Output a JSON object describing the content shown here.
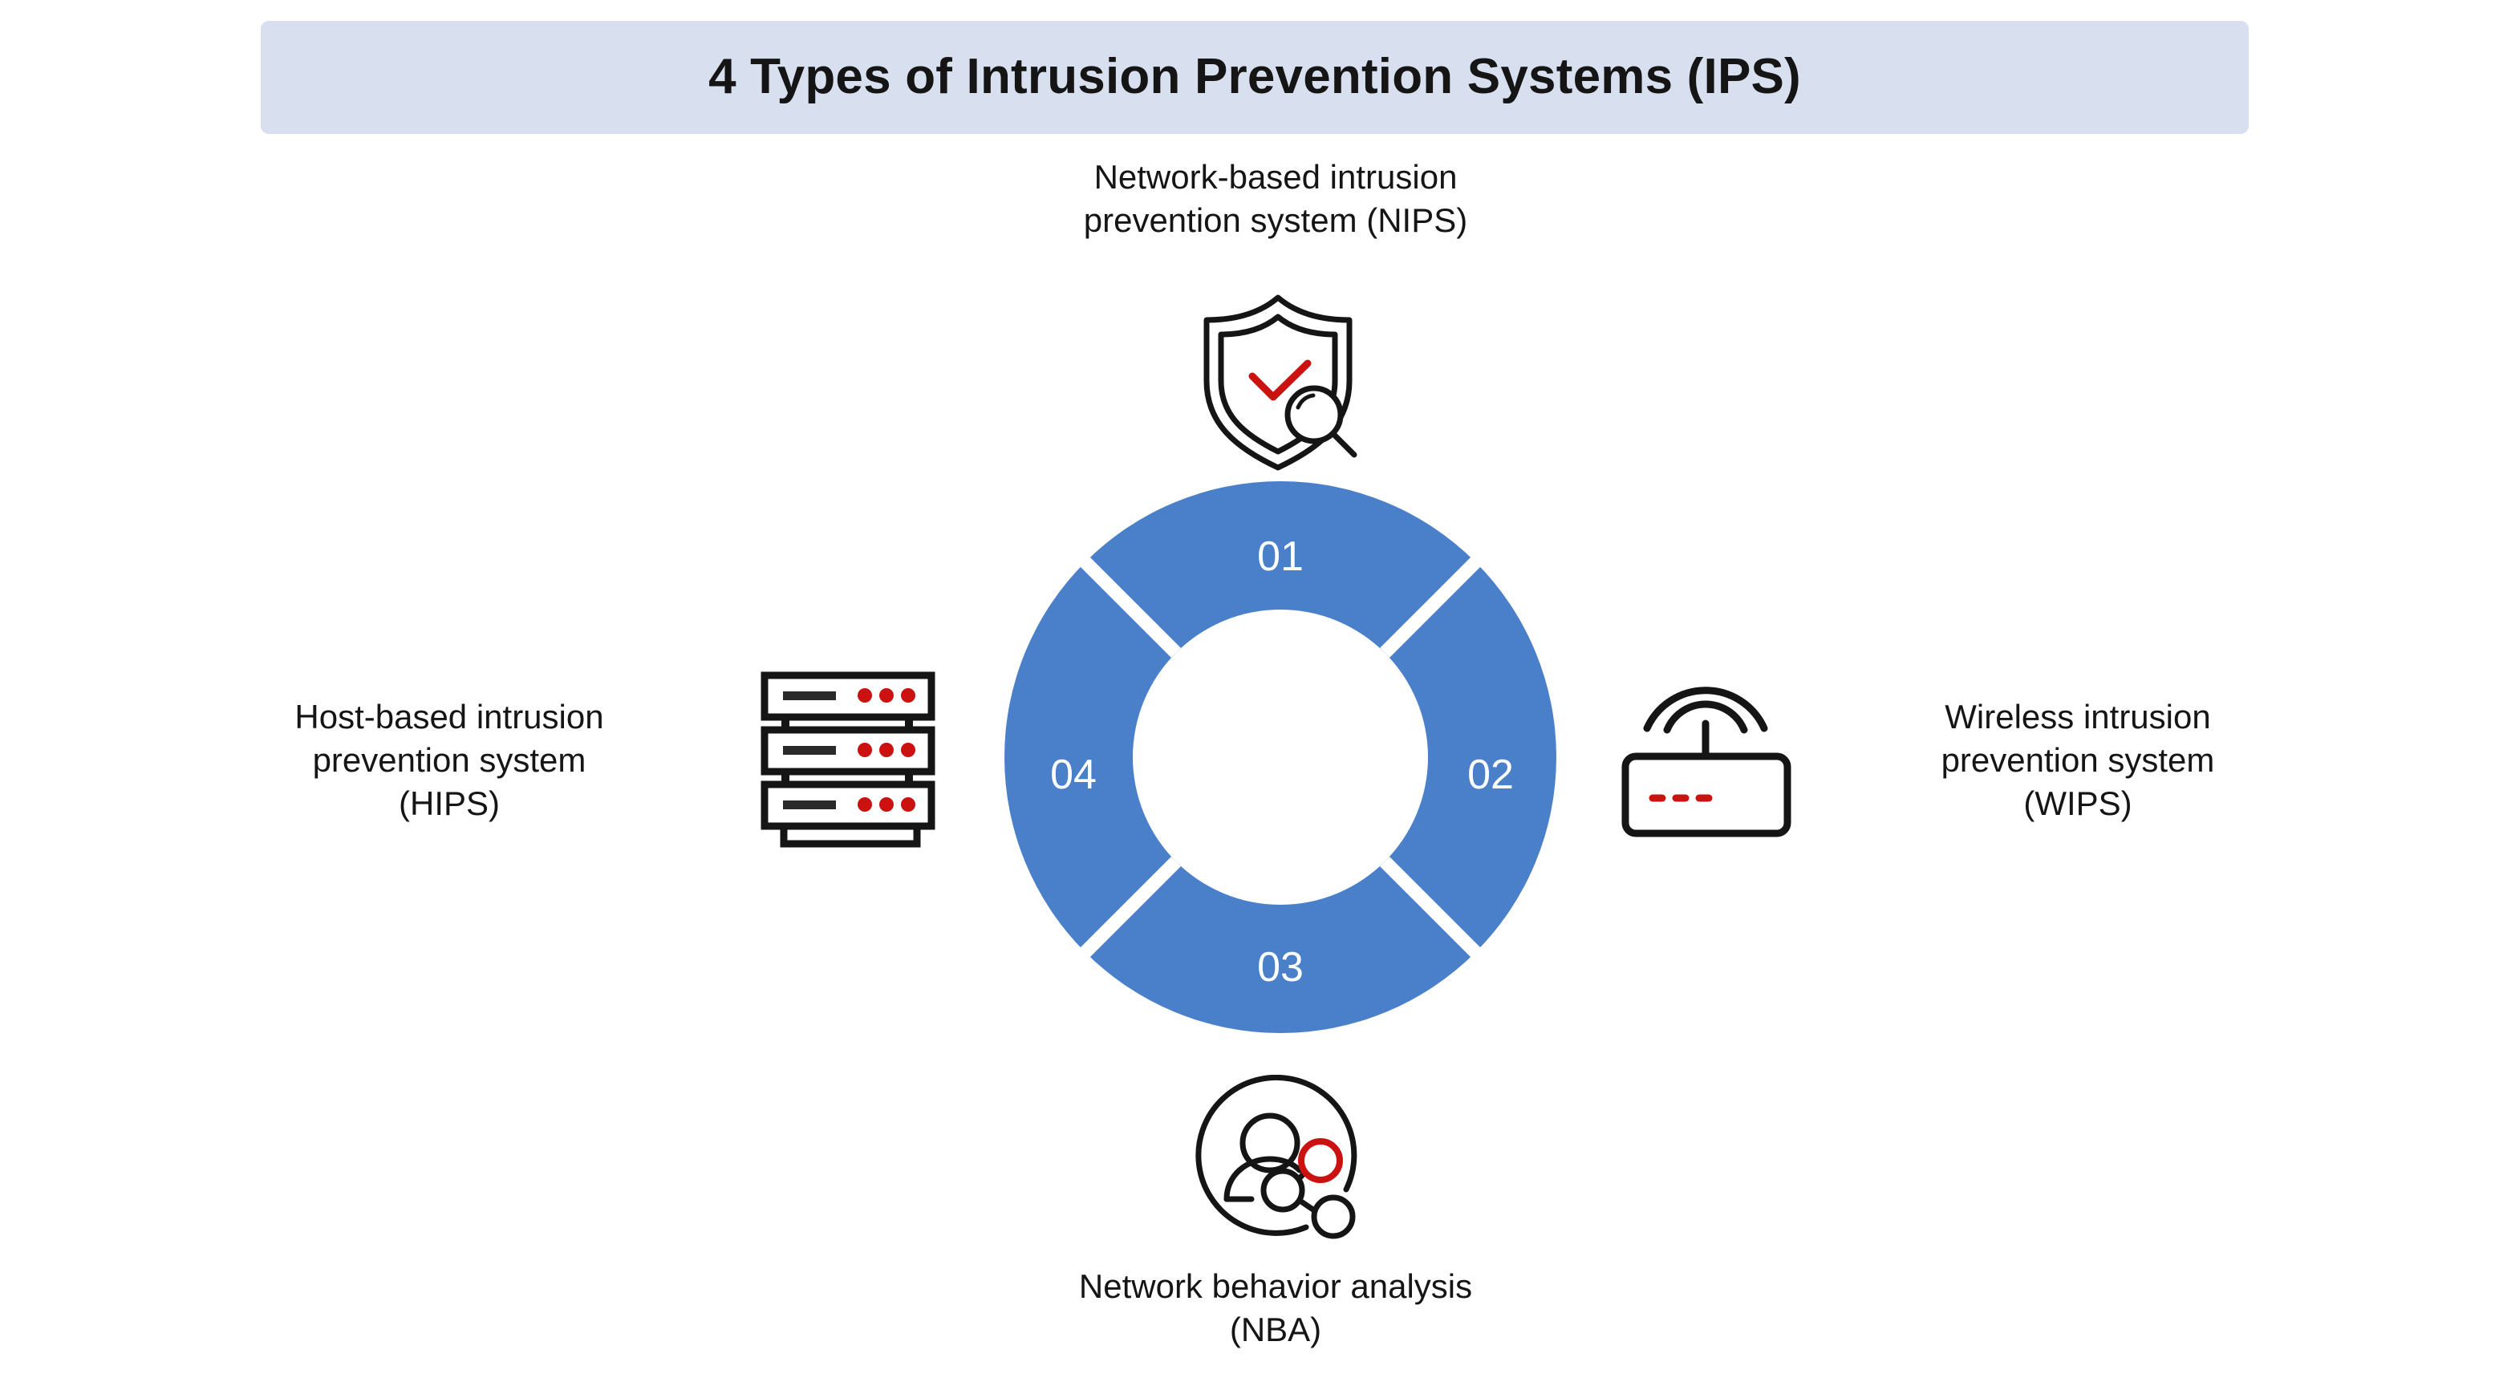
{
  "page": {
    "background_color": "#ffffff",
    "title_banner_color": "#d8e0f0",
    "accent_blue": "#4a80ca",
    "accent_red": "#cc1111",
    "outline_black": "#151515"
  },
  "header": {
    "title": "4 Types of Intrusion Prevention Systems (IPS)"
  },
  "chart_data": {
    "type": "pie",
    "title": "4 Types of Intrusion Prevention Systems (IPS)",
    "subtype": "donut",
    "segment_count": 4,
    "equal_segments": true,
    "segment_color": "#4a80ca",
    "gap_color": "#ffffff",
    "outer_radius": 344,
    "inner_radius": 184,
    "categories": [
      "01",
      "02",
      "03",
      "04"
    ],
    "values": [
      25,
      25,
      25,
      25
    ],
    "labels": [
      "Network-based intrusion prevention system (NIPS)",
      "Wireless intrusion prevention system (WIPS)",
      "Network behavior analysis (NBA)",
      "Host-based intrusion prevention system (HIPS)"
    ],
    "legend": "positioned around ring at top, right, bottom, left"
  },
  "nodes": {
    "nips": {
      "number": "01",
      "position": "top",
      "label": "Network-based intrusion\nprevention system (NIPS)",
      "icon": "shield-check-magnifier-icon"
    },
    "wips": {
      "number": "02",
      "position": "right",
      "label": "Wireless intrusion\nprevention system\n(WIPS)",
      "icon": "wireless-router-icon"
    },
    "nba": {
      "number": "03",
      "position": "bottom",
      "label": "Network behavior analysis\n(NBA)",
      "icon": "user-network-analysis-icon"
    },
    "hips": {
      "number": "04",
      "position": "left",
      "label": "Host-based intrusion\nprevention system\n(HIPS)",
      "icon": "server-rack-icon"
    }
  }
}
